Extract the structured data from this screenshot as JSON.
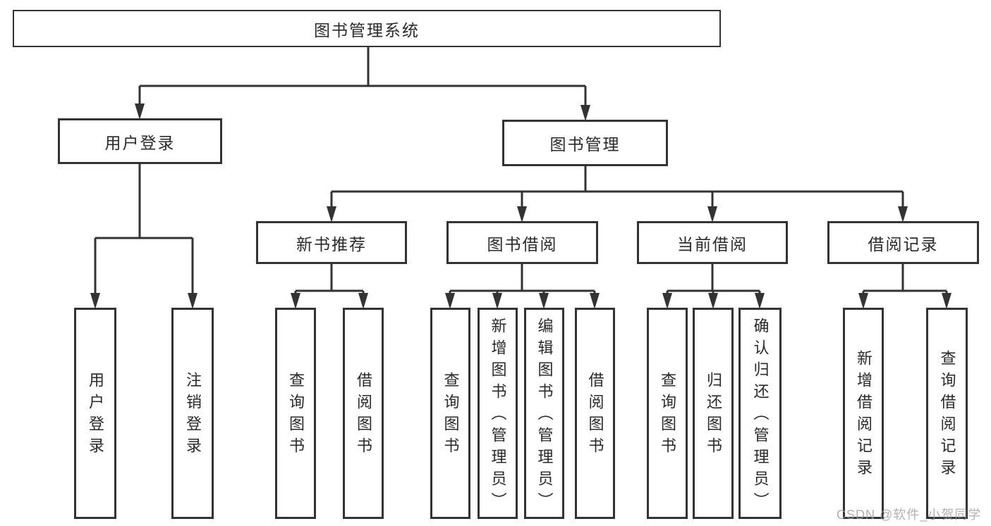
{
  "diagram_type": "hierarchy-tree",
  "tree": {
    "label": "图书管理系统",
    "children": [
      {
        "label": "用户登录",
        "children": [
          {
            "label": "用户登录"
          },
          {
            "label": "注销登录"
          }
        ]
      },
      {
        "label": "图书管理",
        "children": [
          {
            "label": "新书推荐",
            "children": [
              {
                "label": "查询图书"
              },
              {
                "label": "借阅图书"
              }
            ]
          },
          {
            "label": "图书借阅",
            "children": [
              {
                "label": "查询图书"
              },
              {
                "label": "新增图书（管理员）"
              },
              {
                "label": "编辑图书（管理员）"
              },
              {
                "label": "借阅图书"
              }
            ]
          },
          {
            "label": "当前借阅",
            "children": [
              {
                "label": "查询图书"
              },
              {
                "label": "归还图书"
              },
              {
                "label": "确认归还（管理员）"
              }
            ]
          },
          {
            "label": "借阅记录",
            "children": [
              {
                "label": "新增借阅记录"
              },
              {
                "label": "查询借阅记录"
              }
            ]
          }
        ]
      }
    ]
  },
  "watermark": "CSDN @软件_小贺同学",
  "colors": {
    "line": "#333333",
    "box_border": "#333333",
    "text": "#2a2a2a",
    "background": "#ffffff",
    "watermark": "#9e9e9e"
  }
}
